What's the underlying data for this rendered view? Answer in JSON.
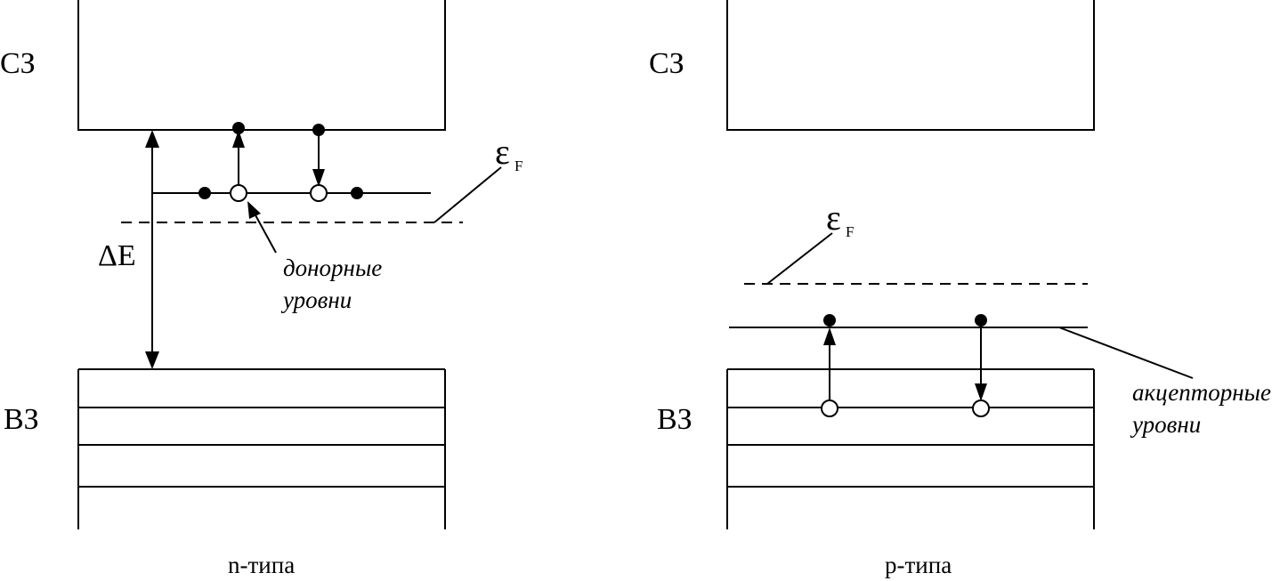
{
  "n_panel": {
    "conduction_label": "СЗ",
    "valence_label": "ВЗ",
    "gap_label": "ΔE",
    "fermi_symbol": "ε",
    "fermi_subscript": "F",
    "level_label_line1": "донорные",
    "level_label_line2": "уровни",
    "caption": "n-типа"
  },
  "p_panel": {
    "conduction_label": "СЗ",
    "valence_label": "ВЗ",
    "fermi_symbol": "ε",
    "fermi_subscript": "F",
    "level_label_line1": "акцепторные",
    "level_label_line2": "уровни",
    "caption": "p-типа"
  }
}
